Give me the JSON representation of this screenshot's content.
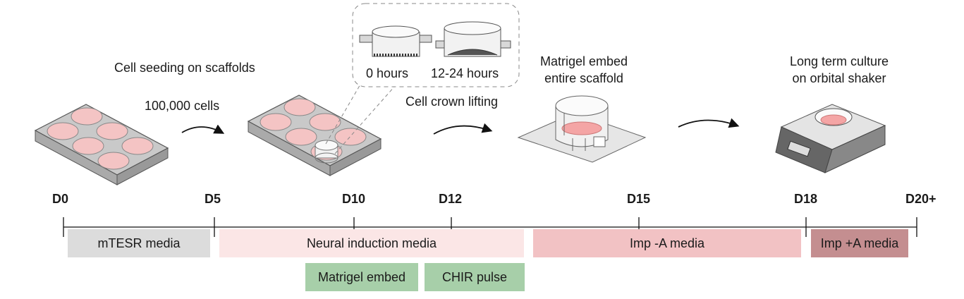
{
  "labels": {
    "cell_seeding": "Cell seeding on scaffolds",
    "cell_count": "100,000 cells",
    "inset_0h": "0 hours",
    "inset_12h": "12-24 hours",
    "crown_lifting": "Cell crown lifting",
    "matrigel_embed_line1": "Matrigel embed",
    "matrigel_embed_line2": "entire scaffold",
    "long_term_line1": "Long term culture",
    "long_term_line2": "on orbital shaker"
  },
  "timeline": {
    "days": [
      "D0",
      "D5",
      "D10",
      "D12",
      "D15",
      "D18",
      "D20+"
    ]
  },
  "media": {
    "mtesr": "mTESR media",
    "neural": "Neural induction media",
    "imp_minus": "Imp -A media",
    "imp_plus": "Imp +A media",
    "matrigel": "Matrigel embed",
    "chir": "CHIR pulse"
  },
  "colors": {
    "mtesr": "#dcdcdc",
    "neural": "#fbe6e6",
    "imp_minus": "#f2c2c4",
    "imp_plus": "#c48e90",
    "green": "#a7cfa9",
    "well": "#f4c4c4"
  }
}
